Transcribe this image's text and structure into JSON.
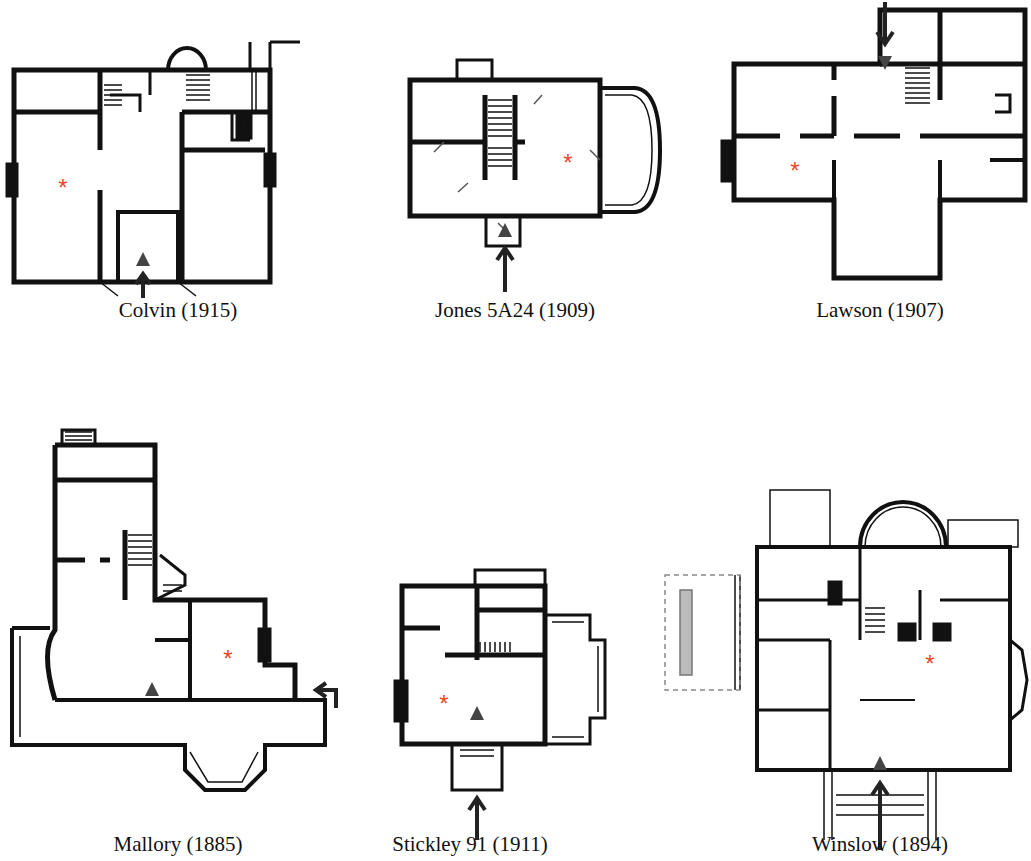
{
  "diagram": {
    "labels": [
      "Colvin (1915)",
      "*",
      "Jones 5A24 (1909)",
      "*",
      "Lawson (1907)",
      "*",
      "Mallory (1885)",
      "*",
      "Stickley 91 (1911)",
      "*",
      "Winslow (1894)",
      "*"
    ]
  }
}
